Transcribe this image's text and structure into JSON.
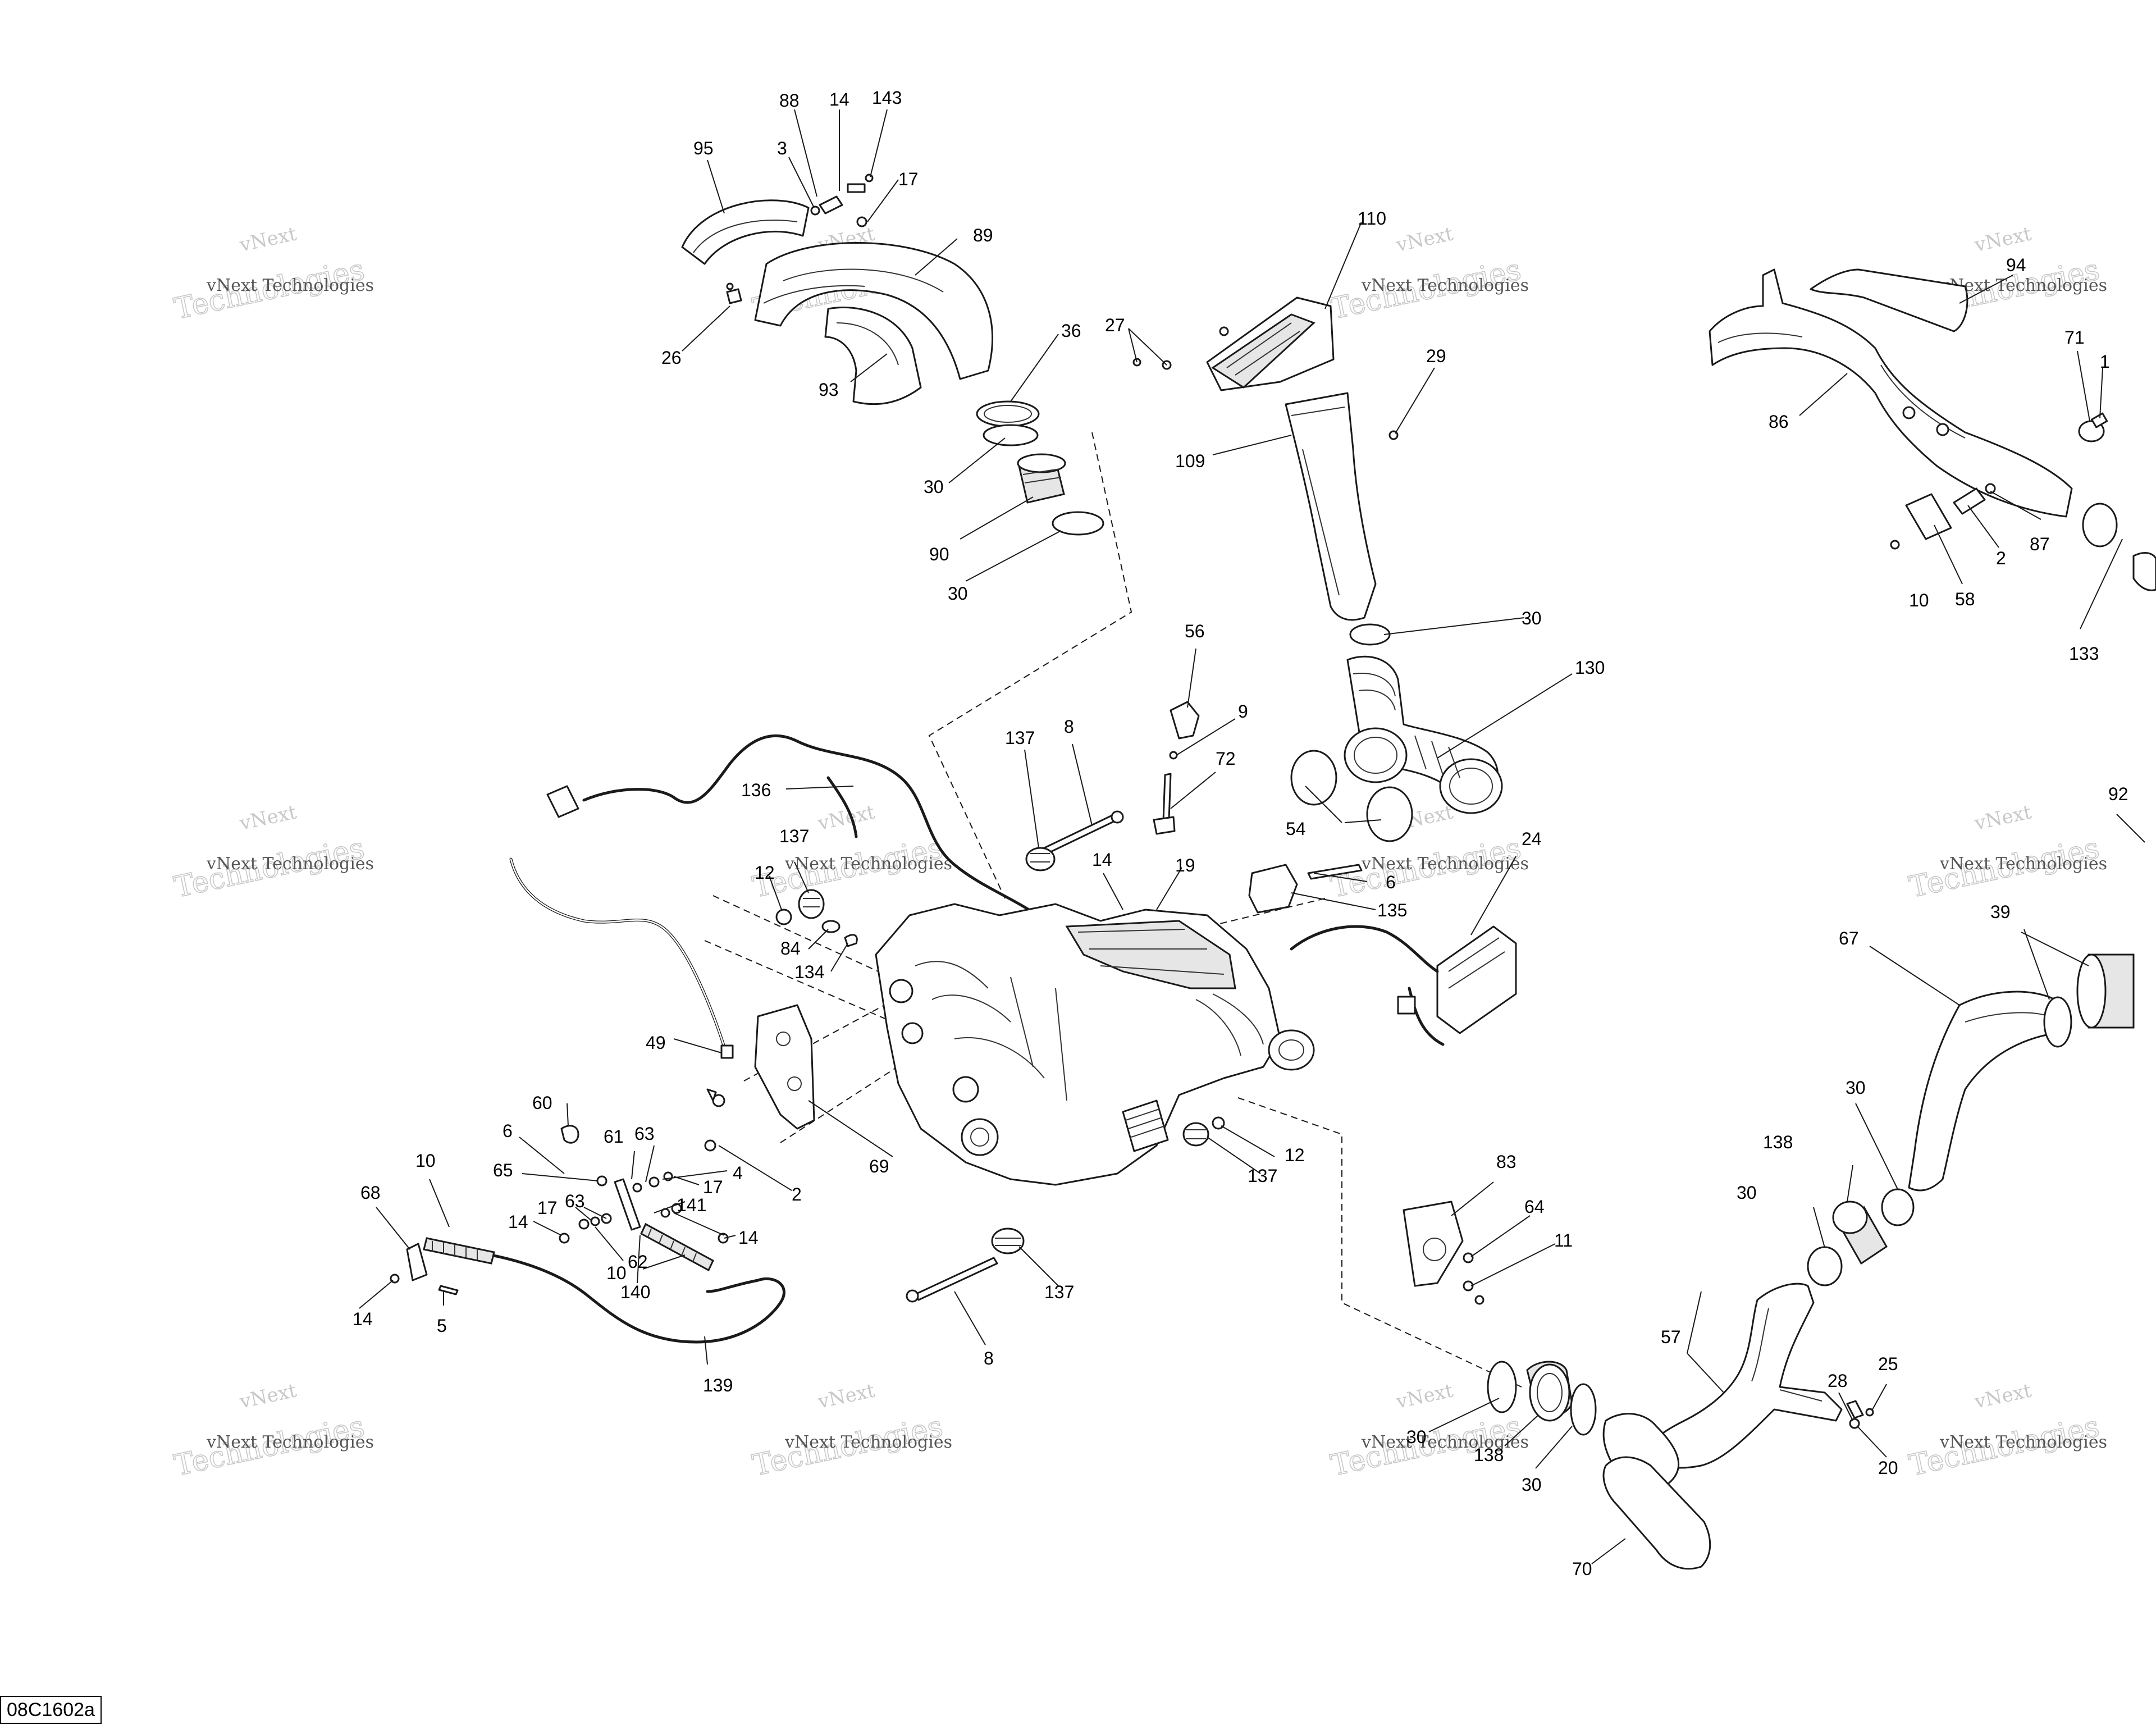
{
  "figure_id": "08C1602a",
  "watermark": {
    "line1": "vNext",
    "line2": "Technologies",
    "line3": "vNext Technologies"
  },
  "callouts": {
    "c88": "88",
    "c14a": "14",
    "c143": "143",
    "c95": "95",
    "c3": "3",
    "c17a": "17",
    "c89": "89",
    "c26": "26",
    "c93": "93",
    "c36": "36",
    "c30a": "30",
    "c90": "90",
    "c30b": "30",
    "c110": "110",
    "c27": "27",
    "c29": "29",
    "c109": "109",
    "c30c": "30",
    "c130": "130",
    "c94": "94",
    "c71": "71",
    "c1": "1",
    "c86": "86",
    "c87": "87",
    "c2a": "2",
    "c10a": "10",
    "c58": "58",
    "c133": "133",
    "c56": "56",
    "c9": "9",
    "c72": "72",
    "c8a": "8",
    "c137a": "137",
    "c136": "136",
    "c54": "54",
    "c24": "24",
    "c6a": "6",
    "c135": "135",
    "c19": "19",
    "c14b": "14",
    "c137b": "137",
    "c12a": "12",
    "c84": "84",
    "c134": "134",
    "c49": "49",
    "c92": "92",
    "c39": "39",
    "c67": "67",
    "c60": "60",
    "c6b": "6",
    "c61": "61",
    "c63a": "63",
    "c65": "65",
    "c4": "4",
    "c17b": "17",
    "c2b": "2",
    "c69": "69",
    "c141": "141",
    "c63b": "63",
    "c17c": "17",
    "c14c": "14",
    "c14d": "14",
    "c10b": "10",
    "c62": "62",
    "c140": "140",
    "c68": "68",
    "c10c": "10",
    "c14e": "14",
    "c5": "5",
    "c139": "139",
    "c12b": "12",
    "c137c": "137",
    "c137d": "137",
    "c8b": "8",
    "c83": "83",
    "c64": "64",
    "c11": "11",
    "c30d": "30",
    "c138a": "138",
    "c30e": "30",
    "c57": "57",
    "c28": "28",
    "c25": "25",
    "c20": "20",
    "c30f": "30",
    "c138b": "138",
    "c30g": "30",
    "c70": "70"
  }
}
